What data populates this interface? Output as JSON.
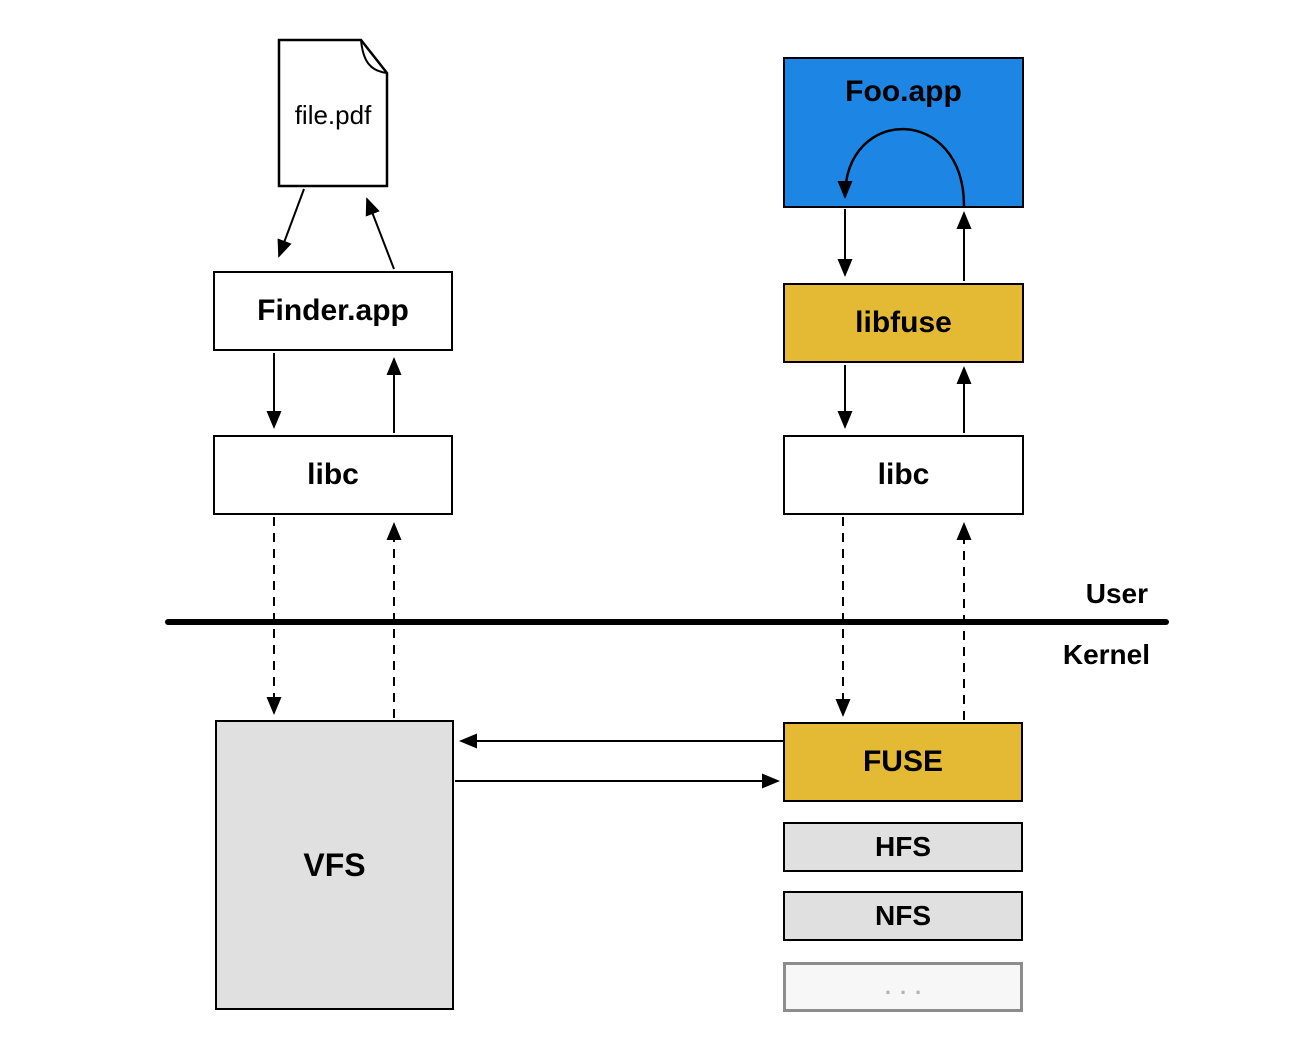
{
  "diagram": {
    "left_column": {
      "file_label": "file.pdf",
      "finder_label": "Finder.app",
      "libc_label": "libc",
      "vfs_label": "VFS"
    },
    "right_column": {
      "app_label": "Foo.app",
      "libfuse_label": "libfuse",
      "libc_label": "libc",
      "fuse_label": "FUSE",
      "hfs_label": "HFS",
      "nfs_label": "NFS",
      "more_label": "..."
    },
    "boundary": {
      "user_label": "User",
      "kernel_label": "Kernel"
    },
    "colors": {
      "app_blue": "#1d86e4",
      "fuse_gold": "#e4ba35",
      "box_gray": "#e0e0e0",
      "more_box_fill": "#f7f7f7",
      "more_box_border": "#8c8c8c",
      "line_black": "#000000"
    }
  }
}
